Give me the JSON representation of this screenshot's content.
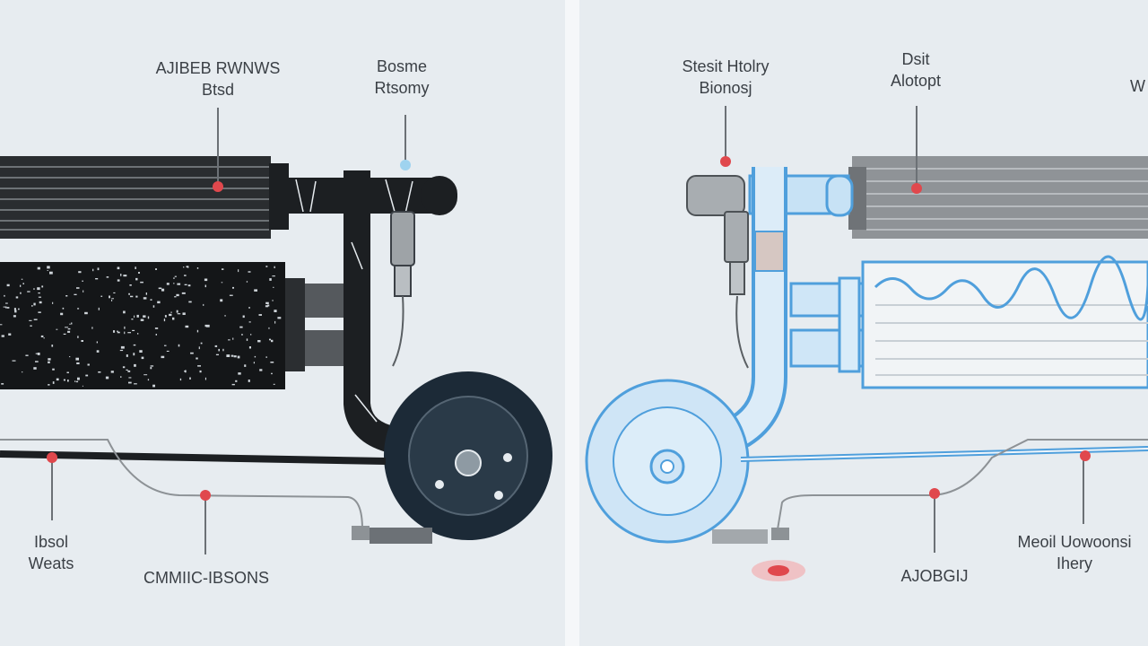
{
  "colors": {
    "dark": "#1c1f22",
    "blue": "#4f9fdc",
    "red": "#e0484d",
    "gray": "#8d9296",
    "bg": "#e7ecf0"
  },
  "left": {
    "label_top_1": "AJIBEB RWNWS\nBtsd",
    "label_top_2": "Bosme\nRtsomy",
    "label_bottom_1": "Ibsol\nWeats",
    "label_bottom_2": "CMMIIC-IBSONS"
  },
  "right": {
    "label_top_1": "Stesit Htolry\nBionosj",
    "label_top_2": "Dsit\nAlotopt",
    "label_top_3": "W",
    "label_bottom_1": "AJOBGIJ",
    "label_bottom_2": "Meoil Uowoonsi\nIhery"
  }
}
